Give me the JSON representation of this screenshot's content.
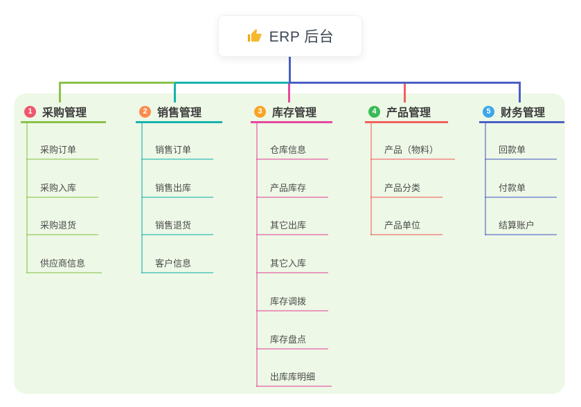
{
  "root": {
    "label": "ERP 后台",
    "icon": "thumbs-up-icon",
    "icon_color": "#f5b82e"
  },
  "colors": {
    "background": "#ffffff",
    "panel_bg": "#edf8e6",
    "root_card_bg": "#ffffff",
    "root_text": "#3d4654",
    "root_line": "#4a5fc4",
    "title_text": "#3c3c3c",
    "child_text": "#4b4b4b"
  },
  "branches": [
    {
      "num": "1",
      "title": "采购管理",
      "badge_color": "#f0566c",
      "line_color": "#8ac24a",
      "children": [
        "采购订单",
        "采购入库",
        "采购退货",
        "供应商信息"
      ]
    },
    {
      "num": "2",
      "title": "销售管理",
      "badge_color": "#fb8b4c",
      "line_color": "#16b3ae",
      "children": [
        "销售订单",
        "销售出库",
        "销售退货",
        "客户信息"
      ]
    },
    {
      "num": "3",
      "title": "库存管理",
      "badge_color": "#f9a325",
      "line_color": "#e5489d",
      "children": [
        "仓库信息",
        "产品库存",
        "其它出库",
        "其它入库",
        "库存调拨",
        "库存盘点",
        "出库库明细"
      ]
    },
    {
      "num": "4",
      "title": "产品管理",
      "badge_color": "#3bba58",
      "line_color": "#f25f5f",
      "children": [
        "产品（物料）",
        "产品分类",
        "产品单位"
      ]
    },
    {
      "num": "5",
      "title": "财务管理",
      "badge_color": "#3aa6ec",
      "line_color": "#4a5fc4",
      "children": [
        "回款单",
        "付款单",
        "结算账户"
      ]
    }
  ]
}
